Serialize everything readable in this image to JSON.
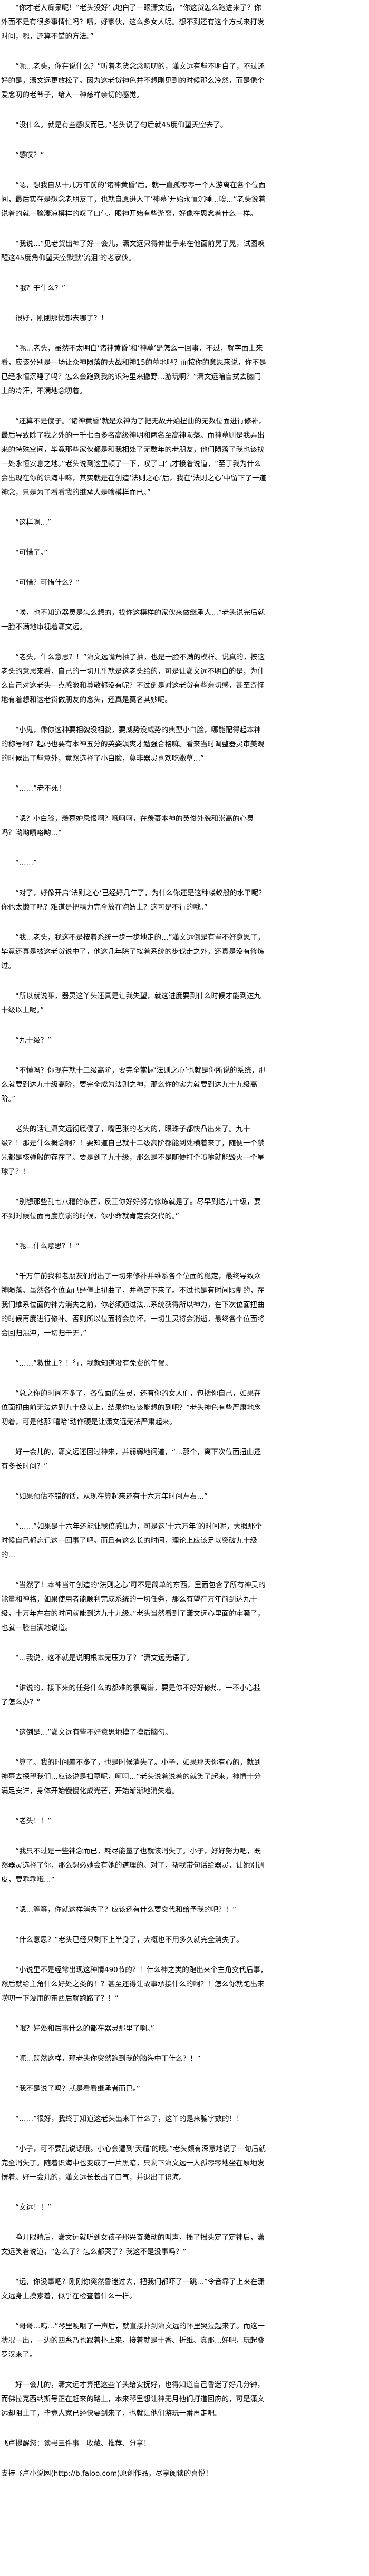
{
  "paragraphs": [
    "“你才老人痴呆呢！”老头没好气地白了一眼潇文远，“你这货怎么跑进来了？你外面不是有很多事情忙吗？啧，好家伙，这么多女人呢。想不到还有这个方式来打发时间，嗯，还算不错的方法。”",
    "“呃…老头，你在说什么？”听着老货念念叨叨的，潇文远有些不明白了，不过还好的是，潇文远更放松了。因为这老货神色并不想刚见到的时候那么冷然，而是像个爱念叨的老爷子，给人一种慈祥亲切的感觉。",
    "“没什么。就是有些感叹而已。”老头说了句后就45度仰望天空去了。",
    "“感叹？”",
    "“嗯，想我自从十几万年前的‘诸神黄昏’后，就一直孤零零一个人游离在各个位面间，最后实在是想念老朋友了，也就自愿进入了‘神墓’开始永恒沉睡…唉…”老头说着说着的就一脸凄凉模样的叹了口气，眼神开始有些游离，好像在思念着什么一样。",
    "“我说…”见老货出神了好一会儿，潇文远只得伸出手来在他面前晃了晃，试图唤醒这45度角仰望天空默默‘流泪’的老家伙。",
    "“哦？干什么？”",
    "很好，刚刚那忧郁去哪了？！",
    "“呃…老头，虽然不太明白‘诸神黄昏’和‘神墓’是怎么一回事，不过，就字面上来看，应该分别是一场让众神陨落的大战和神15的墓地吧？而按你的意思来说，你不是已经永恒沉睡了吗？怎么会跑到我的识海里来撒野…游玩啊？”潇文远暗自拭去脑门上的冷汗，不满地念叨着。",
    "“还算不是傻子。‘诸神黄昏’就是众神为了把无故开始扭曲的无数位面进行修补，最后导致除了我之外的一千七百多名高级神明和两名至高神陨落。而神墓则是我弄出来的特殊空间，毕竟那些家伙都是和我相处了无数年的老朋友，他们陨落了我也该找一处永恒安息之地。”老头说到这里顿了一下，叹了口气才接着说道，“至于我为什么会出现在你的识海中嘛，其实就是在创造‘法则之心’后，我在‘法则之心’中留下了一道神念，只是为了看看我的继承人是啥模样而已。”",
    "“这样啊…”",
    "“可惜了。”",
    "“可惜？可惜什么？”",
    "“唉，也不知道器灵是怎么想的，找你这模样的家伙来做继承人…”老头说完后就一脸不满地审视着潇文远。",
    "“老头，什么意思？！”潇文远嘴角抽了抽，也是一脸不满的模样。说真的，按这老头的意思来看，自己的一切几乎就是这老头给的，可是让潇文远不明白的是，为什么自己对这老头一点感激和尊敬都没有呢？不过倒是对这老货有些亲切感，甚至奇怪地有着想和这老货做朋友的念头，还真是莫名其妙呢。",
    "“小鬼，像你这种要相貌没相貌，要威势没威势的典型小白脸，哪能配得起本神的称号啊？起码也要有本神五分的英姿飒爽才勉强合格嘛。看来当时调整器灵审美观的时候出了些意外，竟然选择了小白脸，莫非器灵喜欢吃嫩草…”",
    "“……”老不死！",
    "“嗯？小白脸，羡慕妒忌恨啊？哦呵呵，在羡慕本神的英俊外貌和崇高的心灵吗？哟哟啧咯哟…”",
    "“……”",
    "“对了，好像开启‘法则之心’已经好几年了，为什么你还是这种蝼蚁般的水平呢？你也太懒了吧？难道是把精力完全放在泡妞上？这可是不行的哦。”",
    "“我…老头，我这不是按着系统一步一步地走的…”潇文远倒是有些不好意思了，毕竟还真是被这老货说中了，他这几年除了按着系统的步伐走之外，还真是没有修炼过。",
    "“所以就说嘛，器灵这丫头还真是让我失望，就这进度要到什么时候才能到达九十级以上呢。”",
    "“九十级？”",
    "“不懂吗？你现在就十二级高阶，要完全掌握‘法则之心’也就是你所说的系统，那么就要到达九十级高阶，要完全成为法则之神，那么你的实力就要到达九十九级高阶。”",
    "老头的话让潇文远彻底傻了，嘴巴张的老大的，眼珠子都快凸出来了。九十级？！那是什么概念啊？！要知道自己就十二级高阶都能到处横着来了，随便一个禁咒都是核弹般的存在了。要是到了九十级，那么是不是随便打个喷嚏就能毁灭一个星球了？！",
    "“别想那些乱七八糟的东西，反正你好好努力修炼就是了。尽早到达九十级，要不到时候位面再度崩溃的时候，你小命就肯定会交代的。”",
    "“呃…什么意思？！”",
    "“千万年前我和老朋友们付出了一切来修补并维系各个位面的稳定，最终导致众神陨落。虽然各个位面已经停止扭曲了，并稳定下来了。不过也是有时间限制的，在我们维系位面的神力消失之前，你必须通过法…系统获得所以神力，在下次位面扭曲的时候再度进行修补。否则所以位面将会崩坏，一切生灵将会消逝，最终各个位面将会回归混沌，一切归于无。”",
    "“……”救世主？！行，我就知道没有免费的午餐。",
    "“总之你的时间不多了，各位面的生灵，还有你的女人们，包括你自己，如果在位面扭曲前无法达到九十级以上，结果你应该能想的到吧？”老头神色有些严肃地念叨着，可是他那‘嘻哈’动作硬是让潇文远无法严肃起来。",
    "好一会儿的，潇文远还回过神来，并弱弱地问道，“…那个，离下次位面扭曲还有多长时间？”",
    "“如果预估不错的话，从现在算起来还有十六万年时间左右…”",
    "“……”如果是十六年还能让我倍感压力，可是这‘十六万年’的时间呢，大概那个时候自己都忘记这一回事了吧。而且有这么长的时间，理论上应该足以突破九十级的…",
    "“当然了！本神当年创造的‘法则之心’可不是简单的东西，里面包含了所有神灵的能量和神格，如果使用者能顺利完成系统的一切任务，那么有望在万年前到达九十级，十万年左右的时间就能到达九十九级。”老头当然看到了潇文远心里面的牢骚了，也就一脸自满地说道。",
    "“…我说，这不就是说明根本无压力了？”潇文远无语了。",
    "“谁说的，接下来的任务什么的都难的很离谱，要是你不好好修炼，一不小心挂了怎么办？”",
    "“这倒是…”潇文远有些不好意思地摸了摸后脑勺。",
    "“算了。我的时间差不多了，也是时候消失了。小子，如果那天你有心的，就到神墓去探望我们…应该说是扫墓呢，呵呵…”老头说着说着的就笑了起来，神情十分满足安详，身体开始慢慢化成光芒，开始渐渐地消失着。",
    "“老头！！”",
    "“我只不过是一些神念而已，耗尽能量了也就该消失了。小子，好好努力吧，既然器灵选择了你，那么想必她会有她的道理的。对了，帮我带句话给器灵，让她别调皮，要乖乖哦…”",
    "“嗯…等等，你就这样消失了？应该还有什么要交代和给予我的吧？！”",
    "“什么意思？”老头已经只剩下上半身了，大概也不用多久就完全消失了。",
    "“小说里不是经常出现这种情490节的？！什么神之类的跑出来个主角交代后事，然后就给主角什么好处之类的！？甚至还得让故事承接什么的啊？！怎么你就跑出来唠叨一下没用的东西后就跑路了？！”",
    "“哦？好处和后事什么的都在器灵那里了啊。”",
    "“呃…既然这样，那老头你突然跑到我的脑海中干什么？！”",
    "“我不是说了吗？就是看看继承者而已。”",
    "“……”很好，我终于知道这老头出来干什么了，这丫的是来骗字数的！！",
    "“小子，可不要乱说话哦。小心会遭到‘天谴’的哦。”老头颇有深意地说了一句后就完全消失了。随着识海中也变成了一片黑暗，只剩下潇文远一人孤零零地坐在原地发愣着。好一会儿的，潇文远长长出了口气，并退出了识海。",
    "“文远！！”",
    "睁开眼睛后，潇文远就听到女孩子那兴奋激动的叫声，摇了摇头定了定神后，潇文远笑着说道，“怎么了？怎么都哭了？我这不是没事吗？”",
    "“远，你没事吧？刚刚你突然昏迷过去，把我们都吓了一跳…”令音靠了上来在潇文远身上摸索着，似乎在检查着什么一样。",
    "“哥哥…呜…”琴里哽咽了一声后，就直接扑到潇文远的怀里哭泣起来了。而这一状况一出，一边的四糸乃也跟着扑上来，接着就是十香、折纸、真那…好吧，玩起叠罗汉来了。",
    "好一会儿的，潇文远才算把这些丫头给安抚好，也得知道自己昏迷了好几分钟，而佛拉克西纳斯号正在赶来的路上，本来琴里想让神无月他们打道回府的，可是潇文远却阻止了，毕竟人家已经快要到来了，也就让他们游玩一番再走吧。"
  ],
  "footer": {
    "reminder": "飞卢提醒您：读书三件事 - 收藏、推荐、分享！",
    "support": "支持飞卢小说网(http://b.faloo.com)原创作品，尽享阅读的喜悦！"
  }
}
